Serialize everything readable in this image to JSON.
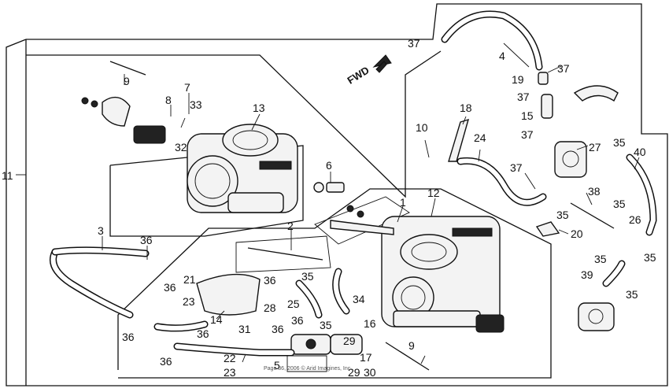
{
  "fwd_label": "FWD",
  "copyright": "Page 86, 2006 © Arid Imagines, Inc.",
  "callouts": {
    "c1": "1",
    "c2": "2",
    "c3": "3",
    "c4": "4",
    "c5": "5",
    "c6": "6",
    "c7": "7",
    "c8": "8",
    "c9a": "9",
    "c9b": "9",
    "c10": "10",
    "c11": "11",
    "c12": "12",
    "c13": "13",
    "c14": "14",
    "c15": "15",
    "c16": "16",
    "c17": "17",
    "c18": "18",
    "c19": "19",
    "c20": "20",
    "c21": "21",
    "c22": "22",
    "c23a": "23",
    "c23b": "23",
    "c24": "24",
    "c25": "25",
    "c26": "26",
    "c27": "27",
    "c28": "28",
    "c29a": "29",
    "c29b": "29",
    "c30": "30",
    "c31": "31",
    "c32": "32",
    "c33": "33",
    "c34": "34",
    "c35a": "35",
    "c35b": "35",
    "c35c": "35",
    "c35d": "35",
    "c35e": "35",
    "c35f": "35",
    "c35g": "35",
    "c35h": "35",
    "c36a": "36",
    "c36b": "36",
    "c36c": "36",
    "c36d": "36",
    "c36e": "36",
    "c36f": "36",
    "c36g": "36",
    "c36h": "36",
    "c37a": "37",
    "c37b": "37",
    "c37c": "37",
    "c37d": "37",
    "c37e": "37",
    "c38": "38",
    "c39": "39",
    "c40": "40"
  }
}
